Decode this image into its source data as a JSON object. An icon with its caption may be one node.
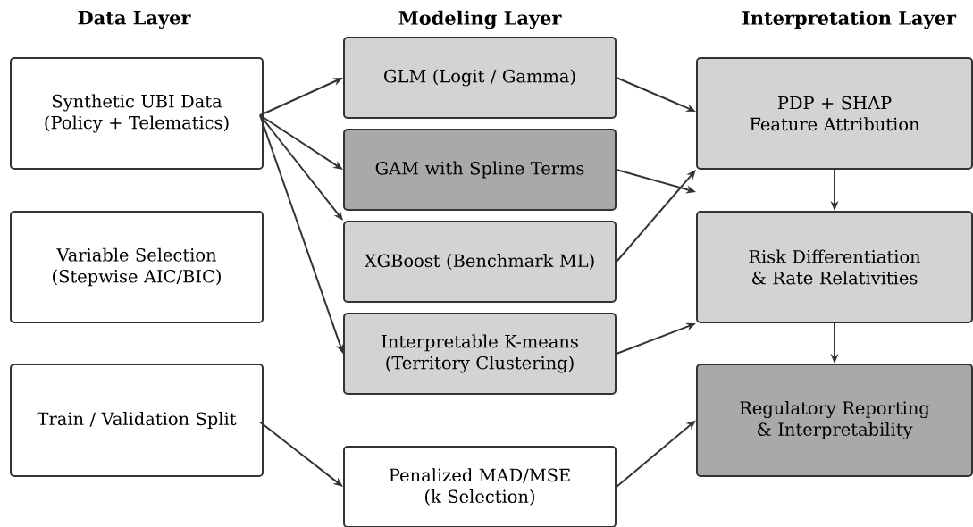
{
  "diagram": {
    "nodes": [
      {
        "text": [
          "Synthetic UBI Data (Policy + Telematics)"
        ]
      },
      {
        "text": [
          "Variable Selection (Stepwise AIC/BIC)"
        ]
      },
      {
        "text": [
          "Train / Validation Split"
        ]
      },
      {
        "text": [
          "GLM (Logit / Gamma)"
        ]
      },
      {
        "text": [
          "GAM with Spline Terms"
        ]
      },
      {
        "text": [
          "XGBoost (Benchmark ML)"
        ]
      },
      {
        "text": [
          "Interpretable K-means (Territory Clustering)"
        ]
      },
      {
        "text": [
          "Penalized MAD/MSE (k Selection)"
        ]
      },
      {
        "text": [
          "PDP + SHAP Feature Attribution"
        ]
      },
      {
        "text": [
          "Risk Differentiation & Rate Relativities"
        ]
      },
      {
        "text": [
          "Regulatory Reporting & Interpretability"
        ]
      }
    ],
    "edges": [
      {
        "from": 0,
        "to": 3,
        "arrow": "to"
      },
      {
        "from": 0,
        "to": 4,
        "arrow": "to"
      },
      {
        "from": 0,
        "to": 5,
        "arrow": "to"
      },
      {
        "from": 0,
        "to": 6,
        "arrow": "to"
      },
      {
        "from": 2,
        "to": 7,
        "arrow": "to"
      },
      {
        "from": 3,
        "to": 8,
        "arrow": "to"
      },
      {
        "from": 4,
        "to": 8,
        "arrow": "to"
      },
      {
        "from": 5,
        "to": 8,
        "arrow": "to"
      },
      {
        "from": 6,
        "to": 9,
        "arrow": "to"
      },
      {
        "from": 7,
        "to": 10,
        "arrow": "to"
      },
      {
        "from": 8,
        "to": 9,
        "arrow": "to"
      },
      {
        "from": 9,
        "to": 10,
        "arrow": "to"
      }
    ],
    "labels": [
      "Data Layer",
      "Modeling Layer",
      "Interpretation Layer"
    ]
  }
}
